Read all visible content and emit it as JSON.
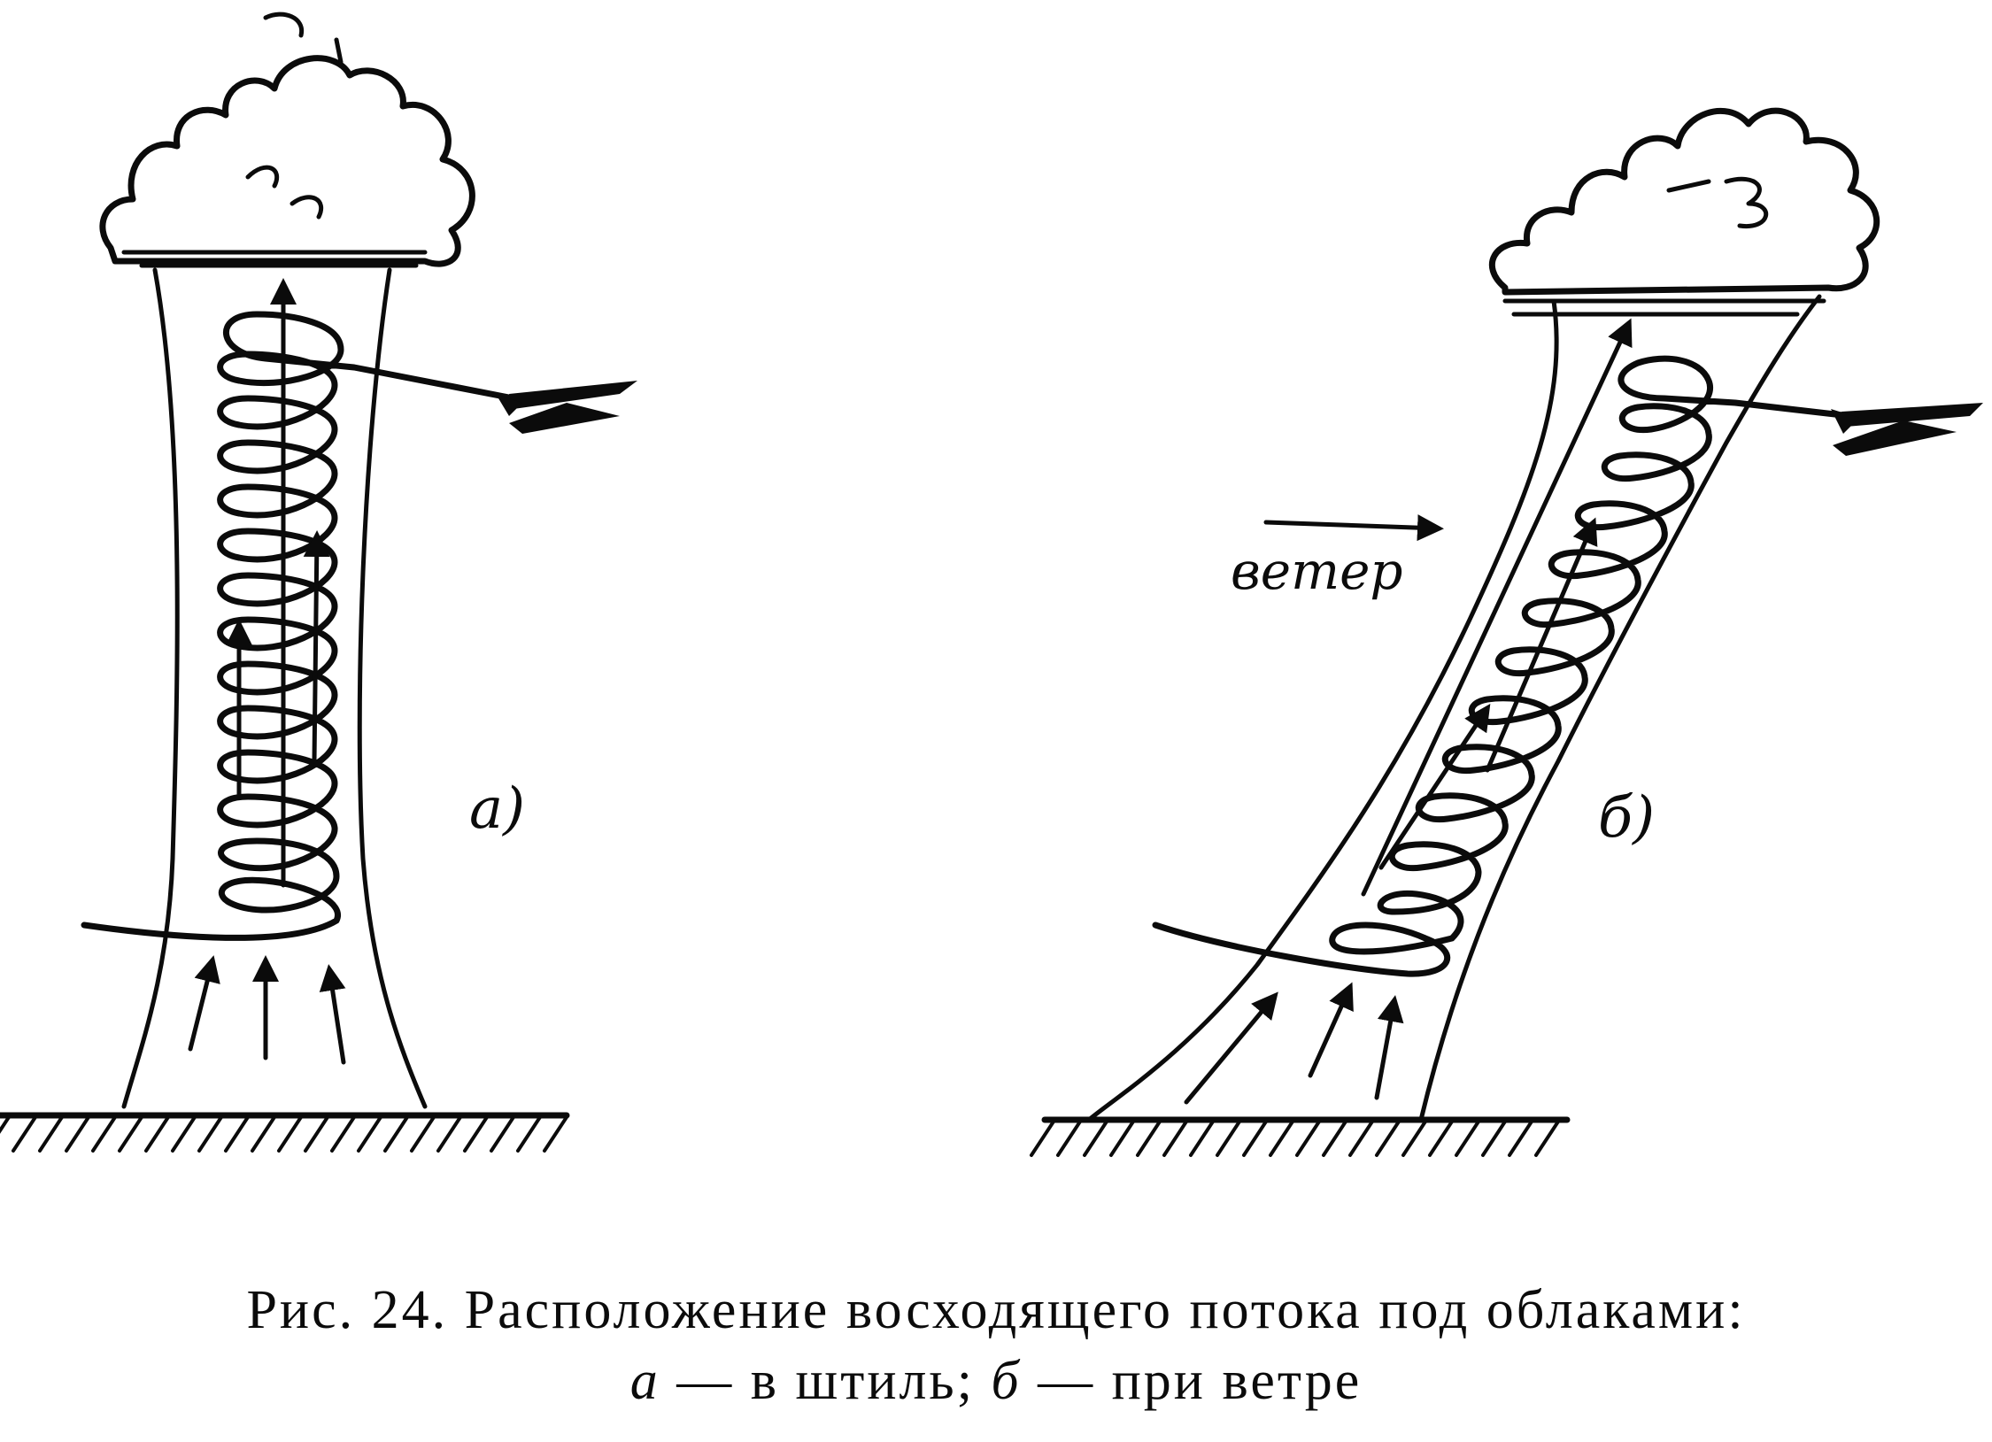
{
  "panel_a": {
    "label": "a)"
  },
  "panel_b": {
    "label": "б)",
    "wind_label": "ветер"
  },
  "caption": {
    "prefix": "Рис. 24.",
    "title": "Расположение восходящего потока под облаками:",
    "a_letter": "а",
    "a_text": "— в штиль;",
    "b_letter": "б",
    "b_text": "— при ветре"
  },
  "colors": {
    "ink": "#0b0b0b",
    "paper": "#ffffff"
  },
  "icons": [
    "cloud-icon",
    "glider-icon",
    "arrow-icon",
    "ground-hatch-icon",
    "spiral-icon"
  ]
}
